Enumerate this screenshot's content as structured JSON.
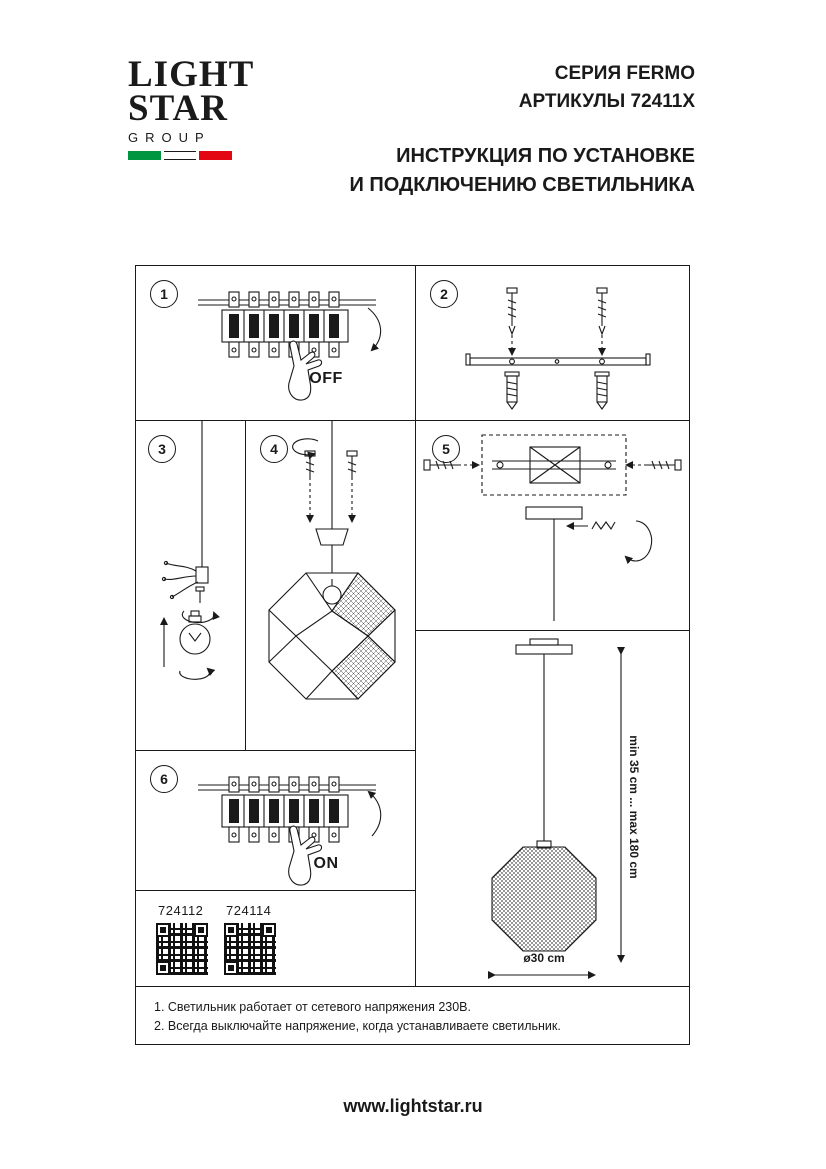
{
  "logo": {
    "line1": "LIGHT",
    "line2": "STAR",
    "line3": "GROUP"
  },
  "header": {
    "series": "СЕРИЯ FERMO",
    "articles": "АРТИКУЛЫ 72411X",
    "title_line1": "ИНСТРУКЦИЯ ПО УСТАНОВКЕ",
    "title_line2": "И ПОДКЛЮЧЕНИЮ СВЕТИЛЬНИКА"
  },
  "steps": [
    {
      "number": "1",
      "label": "OFF"
    },
    {
      "number": "2",
      "label": ""
    },
    {
      "number": "3",
      "label": ""
    },
    {
      "number": "4",
      "label": ""
    },
    {
      "number": "5",
      "label": ""
    },
    {
      "number": "6",
      "label": "ON"
    }
  ],
  "pendant": {
    "height_label": "min 35 cm ... max 180 cm",
    "diameter_label": "ø30 cm"
  },
  "qr": {
    "left_label": "724112",
    "right_label": "724114"
  },
  "notes": {
    "line1": "1. Светильник работает от сетевого напряжения 230В.",
    "line2": "2. Всегда выключайте напряжение, когда устанавливаете светильник."
  },
  "footer": {
    "url": "www.lightstar.ru"
  },
  "colors": {
    "line": "#1a1a1a",
    "flag_green": "#009640",
    "flag_red": "#e30613"
  }
}
